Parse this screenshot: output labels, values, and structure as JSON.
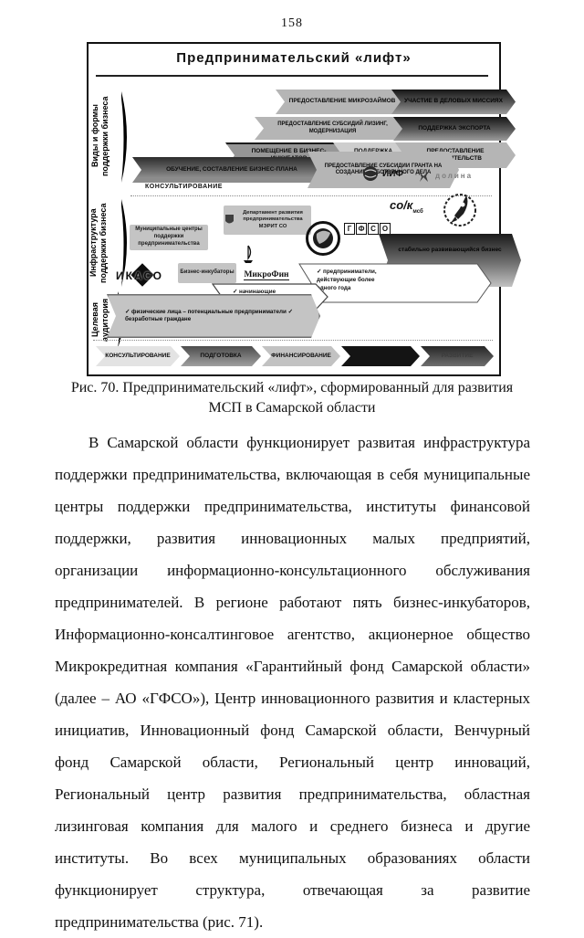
{
  "page_number": "158",
  "figure": {
    "title": "Предпринимательский «лифт»",
    "sections": {
      "types_label": "Виды и формы поддержки бизнеса",
      "infra_label": "Инфраструктура поддержки бизнеса",
      "audience_label": "Целевая аудитория"
    },
    "support": {
      "microloans": "ПРЕДОСТАВЛЕНИЕ МИКРОЗАЙМОВ",
      "missions": "УЧАСТИЕ В ДЕЛОВЫХ МИССИЯХ",
      "subsidies": "ПРЕДОСТАВЛЕНИЕ СУБСИДИЙ ЛИЗИНГ, МОДЕРНИЗАЦИЯ",
      "export": "ПОДДЕРЖКА ЭКСПОРТА",
      "incubator_placement": "ПОМЕЩЕНИЕ В БИЗНЕС-ИНКУБАТОР",
      "innovation": "ПОДДЕРЖКА ИННОВАЦИЙ",
      "guarantees": "ПРЕДОСТАВЛЕНИЕ ПОРУЧИТЕЛЬСТВ",
      "training": "ОБУЧЕНИЕ, СОСТАВЛЕНИЕ БИЗНЕС-ПЛАНА",
      "grant": "ПРЕДОСТАВЛЕНИЕ СУБСИДИИ ГРАНТА НА СОЗДАНИЕ СОБСТВЕННОГО ДЕЛА",
      "consulting": "КОНСУЛЬТИРОВАНИЕ"
    },
    "infrastructure": {
      "municipal_centers": "Муниципальные центры поддержки предпринимательства",
      "department": "Департамент развития предпринимательства МЭРИТ СО",
      "gfso_letters": [
        "Г",
        "Ф",
        "С",
        "О"
      ],
      "solk_main": "со/к",
      "solk_sub": "мсб",
      "iif": "ИИФ",
      "dolina": "долина",
      "ikaso": "ИКАСО",
      "business_incubators": "Бизнес-инкубаторы",
      "microfin": "МикроФин",
      "growth_arrow": "стабильно развивающийся бизнес"
    },
    "audience": {
      "potential": "✓ физические лица – потенциальные предприниматели ✓ безработные граждане",
      "beginners": "✓ начинающие предприниматели",
      "experienced": "✓ предприниматели, действующие более одного года"
    },
    "stages": [
      "КОНСУЛЬТИРОВАНИЕ",
      "ПОДГОТОВКА",
      "ФИНАНСИРОВАНИЕ",
      "",
      "РАЗВИТИЕ"
    ]
  },
  "caption": {
    "line1": "Рис. 70. Предпринимательский «лифт», сформированный для развития",
    "line2": "МСП в Самарской области"
  },
  "body_text": "В Самарской области функционирует развитая инфраструктура поддержки предпринимательства, включающая в себя муниципальные центры поддержки предпринимательства, институты финансовой поддержки, развития инновационных малых предприятий, организации информационно-консультационного обслуживания предпринимателей. В регионе работают пять бизнес-инкубаторов, Информационно-консалтинговое агентство, акционерное общество Микрокредитная компания «Гарантийный фонд Самарской области» (далее – АО «ГФСО»), Центр инновационного развития и кластерных инициатив, Инновационный фонд Самарской области, Венчурный фонд Самарской области, Региональный центр инноваций, Региональный центр развития предпринимательства, областная лизинговая компания для малого и среднего бизнеса и другие институты. Во всех муниципальных образованиях области функционирует структура, отвечающая за развитие предпринимательства (рис. 71).",
  "colors": {
    "arrow_gray": "#b5b5b5",
    "arrow_light": "#cecece",
    "arrow_dark_top": "#161616",
    "frame_border": "#111111"
  }
}
